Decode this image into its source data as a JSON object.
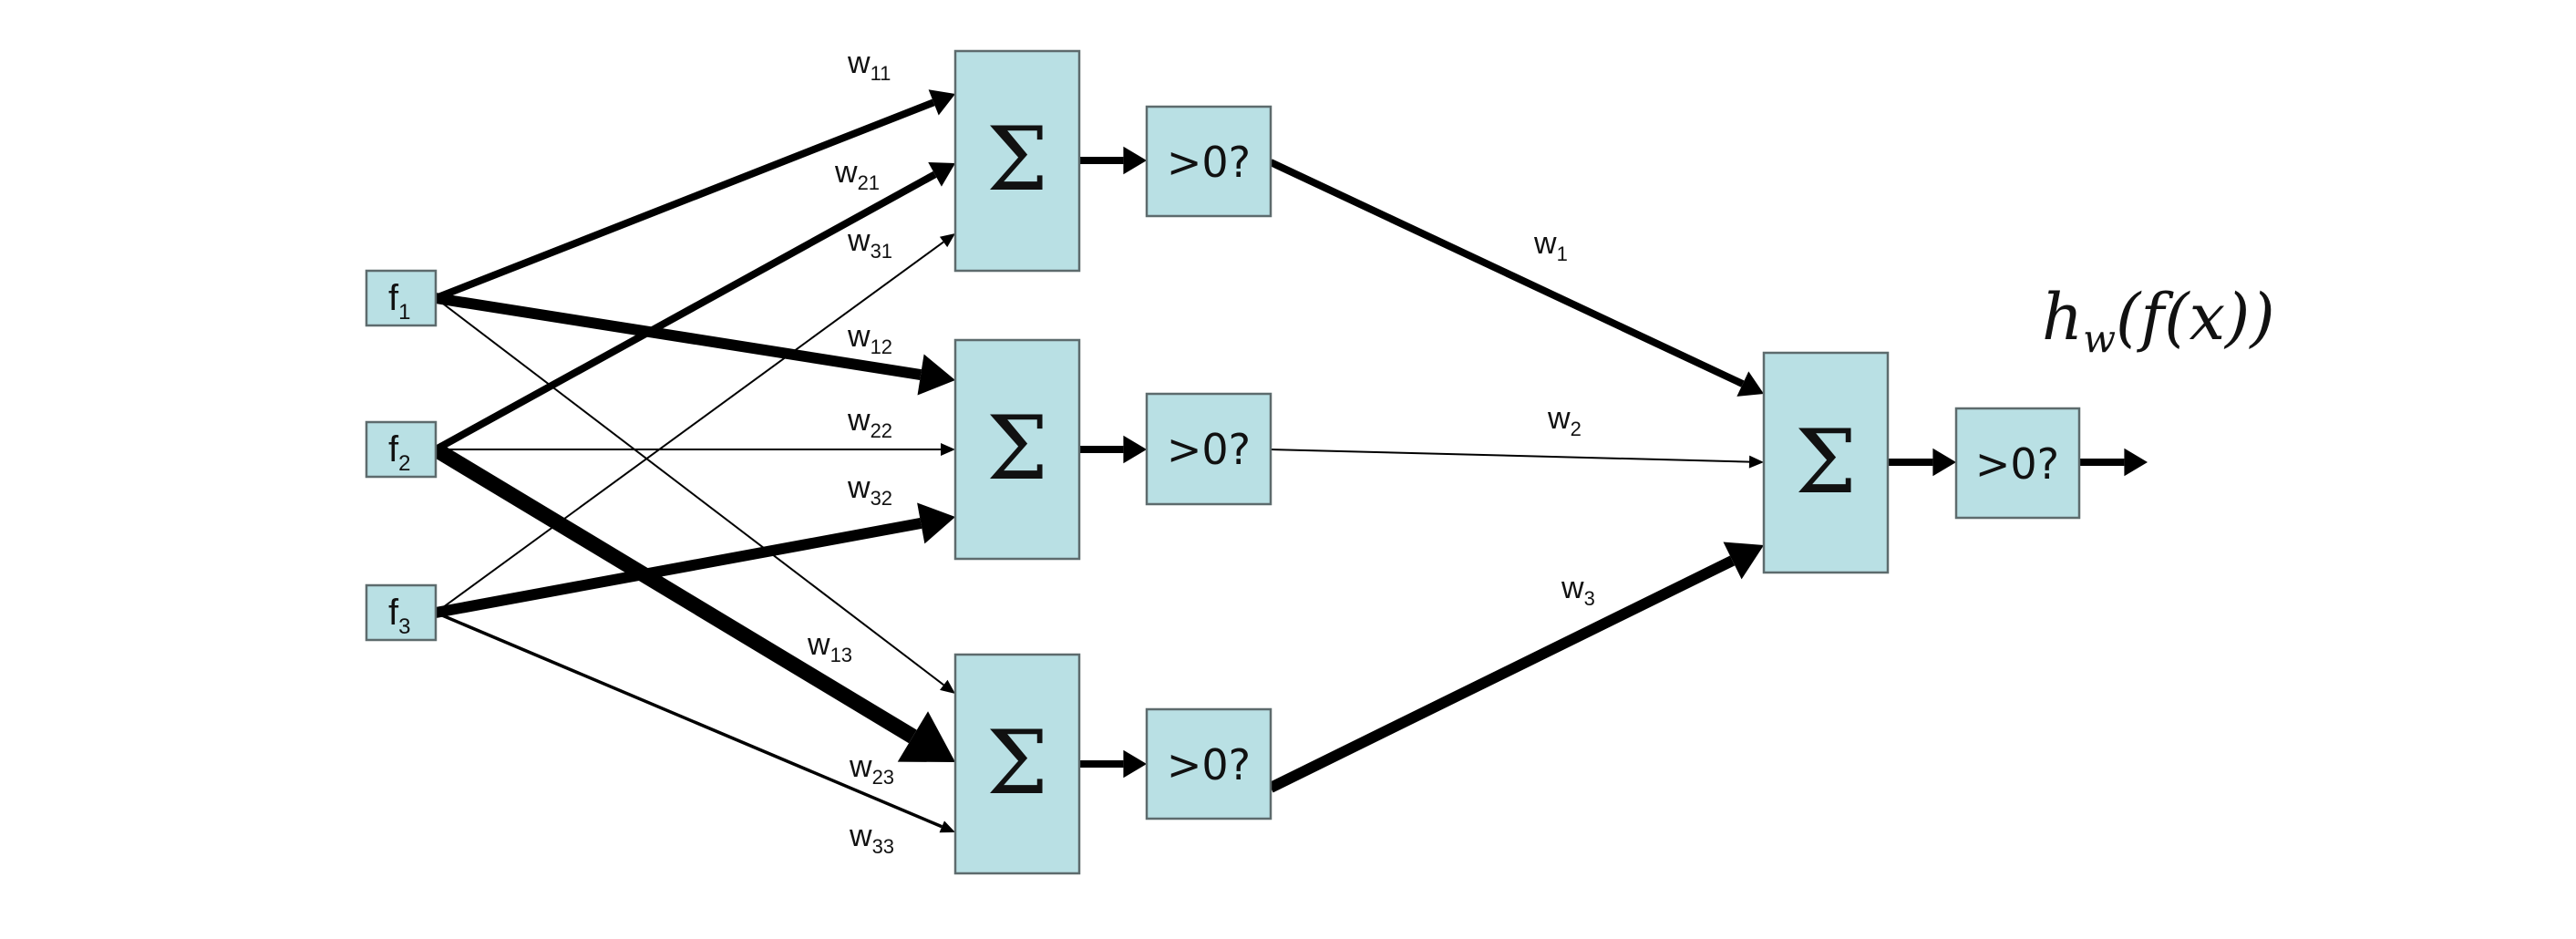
{
  "diagram": {
    "title": "Two-layer perceptron network",
    "output_formula": {
      "h": "h",
      "sub": "w",
      "rest": "(f(x))"
    },
    "features": [
      {
        "id": "f1",
        "base": "f",
        "sub": "1"
      },
      {
        "id": "f2",
        "base": "f",
        "sub": "2"
      },
      {
        "id": "f3",
        "base": "f",
        "sub": "3"
      }
    ],
    "hidden_units": [
      {
        "id": "h1",
        "sum_symbol": "Σ",
        "threshold_label": ">0?"
      },
      {
        "id": "h2",
        "sum_symbol": "Σ",
        "threshold_label": ">0?"
      },
      {
        "id": "h3",
        "sum_symbol": "Σ",
        "threshold_label": ">0?"
      }
    ],
    "output_unit": {
      "id": "out",
      "sum_symbol": "Σ",
      "threshold_label": ">0?"
    },
    "input_weights": [
      {
        "from": "f1",
        "to": "h1",
        "base": "w",
        "sub": "11",
        "strength": "thick"
      },
      {
        "from": "f2",
        "to": "h1",
        "base": "w",
        "sub": "21",
        "strength": "thick"
      },
      {
        "from": "f3",
        "to": "h1",
        "base": "w",
        "sub": "31",
        "strength": "thin"
      },
      {
        "from": "f1",
        "to": "h2",
        "base": "w",
        "sub": "12",
        "strength": "heavy"
      },
      {
        "from": "f2",
        "to": "h2",
        "base": "w",
        "sub": "22",
        "strength": "thin"
      },
      {
        "from": "f3",
        "to": "h2",
        "base": "w",
        "sub": "32",
        "strength": "heavy"
      },
      {
        "from": "f1",
        "to": "h3",
        "base": "w",
        "sub": "13",
        "strength": "thin"
      },
      {
        "from": "f2",
        "to": "h3",
        "base": "w",
        "sub": "23",
        "strength": "heaviest"
      },
      {
        "from": "f3",
        "to": "h3",
        "base": "w",
        "sub": "33",
        "strength": "light"
      }
    ],
    "output_weights": [
      {
        "from": "h1",
        "to": "out",
        "base": "w",
        "sub": "1",
        "strength": "thick"
      },
      {
        "from": "h2",
        "to": "out",
        "base": "w",
        "sub": "2",
        "strength": "thin"
      },
      {
        "from": "h3",
        "to": "out",
        "base": "w",
        "sub": "3",
        "strength": "heavy"
      }
    ]
  }
}
